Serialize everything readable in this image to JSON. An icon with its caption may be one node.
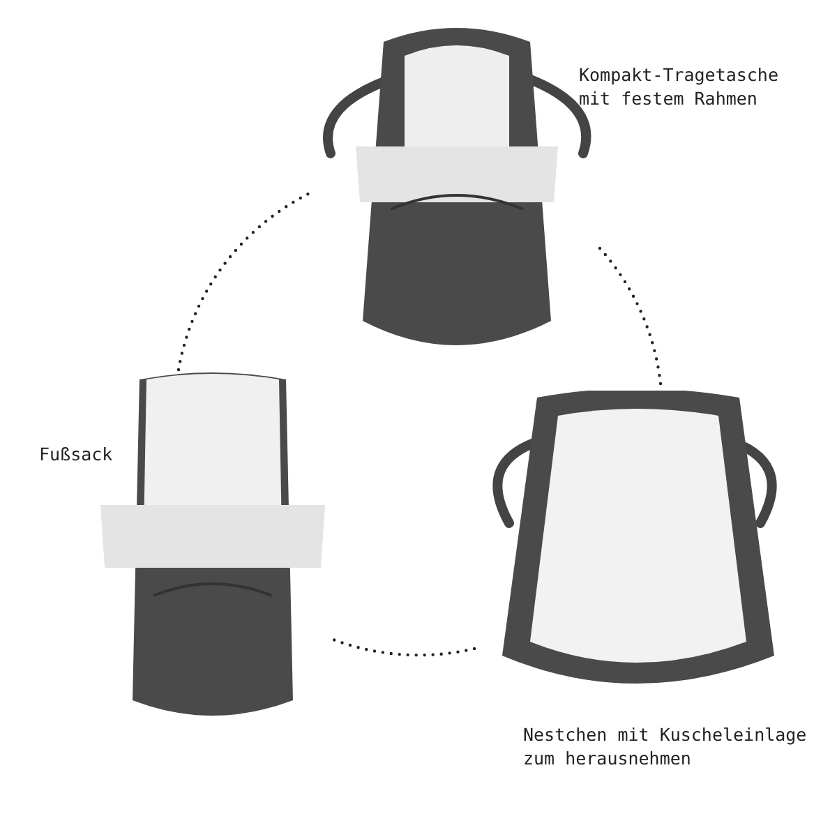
{
  "diagram": {
    "nodes": [
      {
        "text": [],
        "shape": "picture",
        "beside": [
          "Kompakt-Tragetasche mit festem Rahmen"
        ]
      },
      {
        "text": [],
        "shape": "picture",
        "beside": [
          "Fußsack"
        ]
      },
      {
        "text": [],
        "shape": "picture",
        "beside": [
          "Nestchen mit Kuscheleinlage zum herausnehmen"
        ]
      }
    ],
    "edges": [
      {
        "from": 0,
        "to": 2,
        "arrow": "none",
        "style": "dashed"
      },
      {
        "from": 2,
        "to": 1,
        "arrow": "none",
        "style": "dashed"
      },
      {
        "from": 1,
        "to": 0,
        "arrow": "none",
        "style": "dashed"
      }
    ]
  }
}
